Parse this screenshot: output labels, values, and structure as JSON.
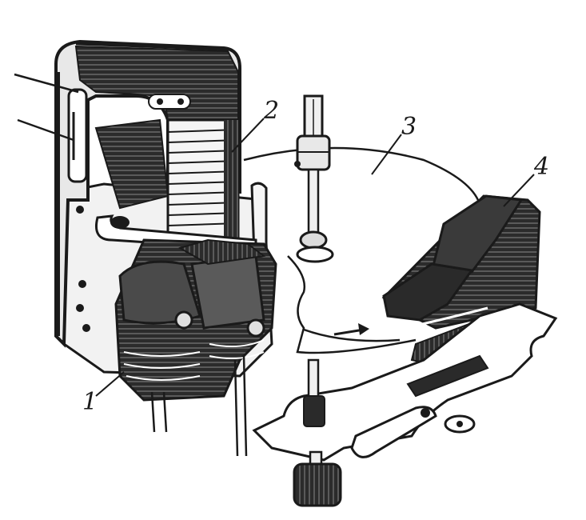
{
  "labels": {
    "coil_lower": "1",
    "coil_upper": "2",
    "disk": "3",
    "magnet": "4"
  },
  "colors": {
    "ink": "#1a1a1a",
    "shade": "#3a3a3a",
    "paper": "#ffffff"
  }
}
